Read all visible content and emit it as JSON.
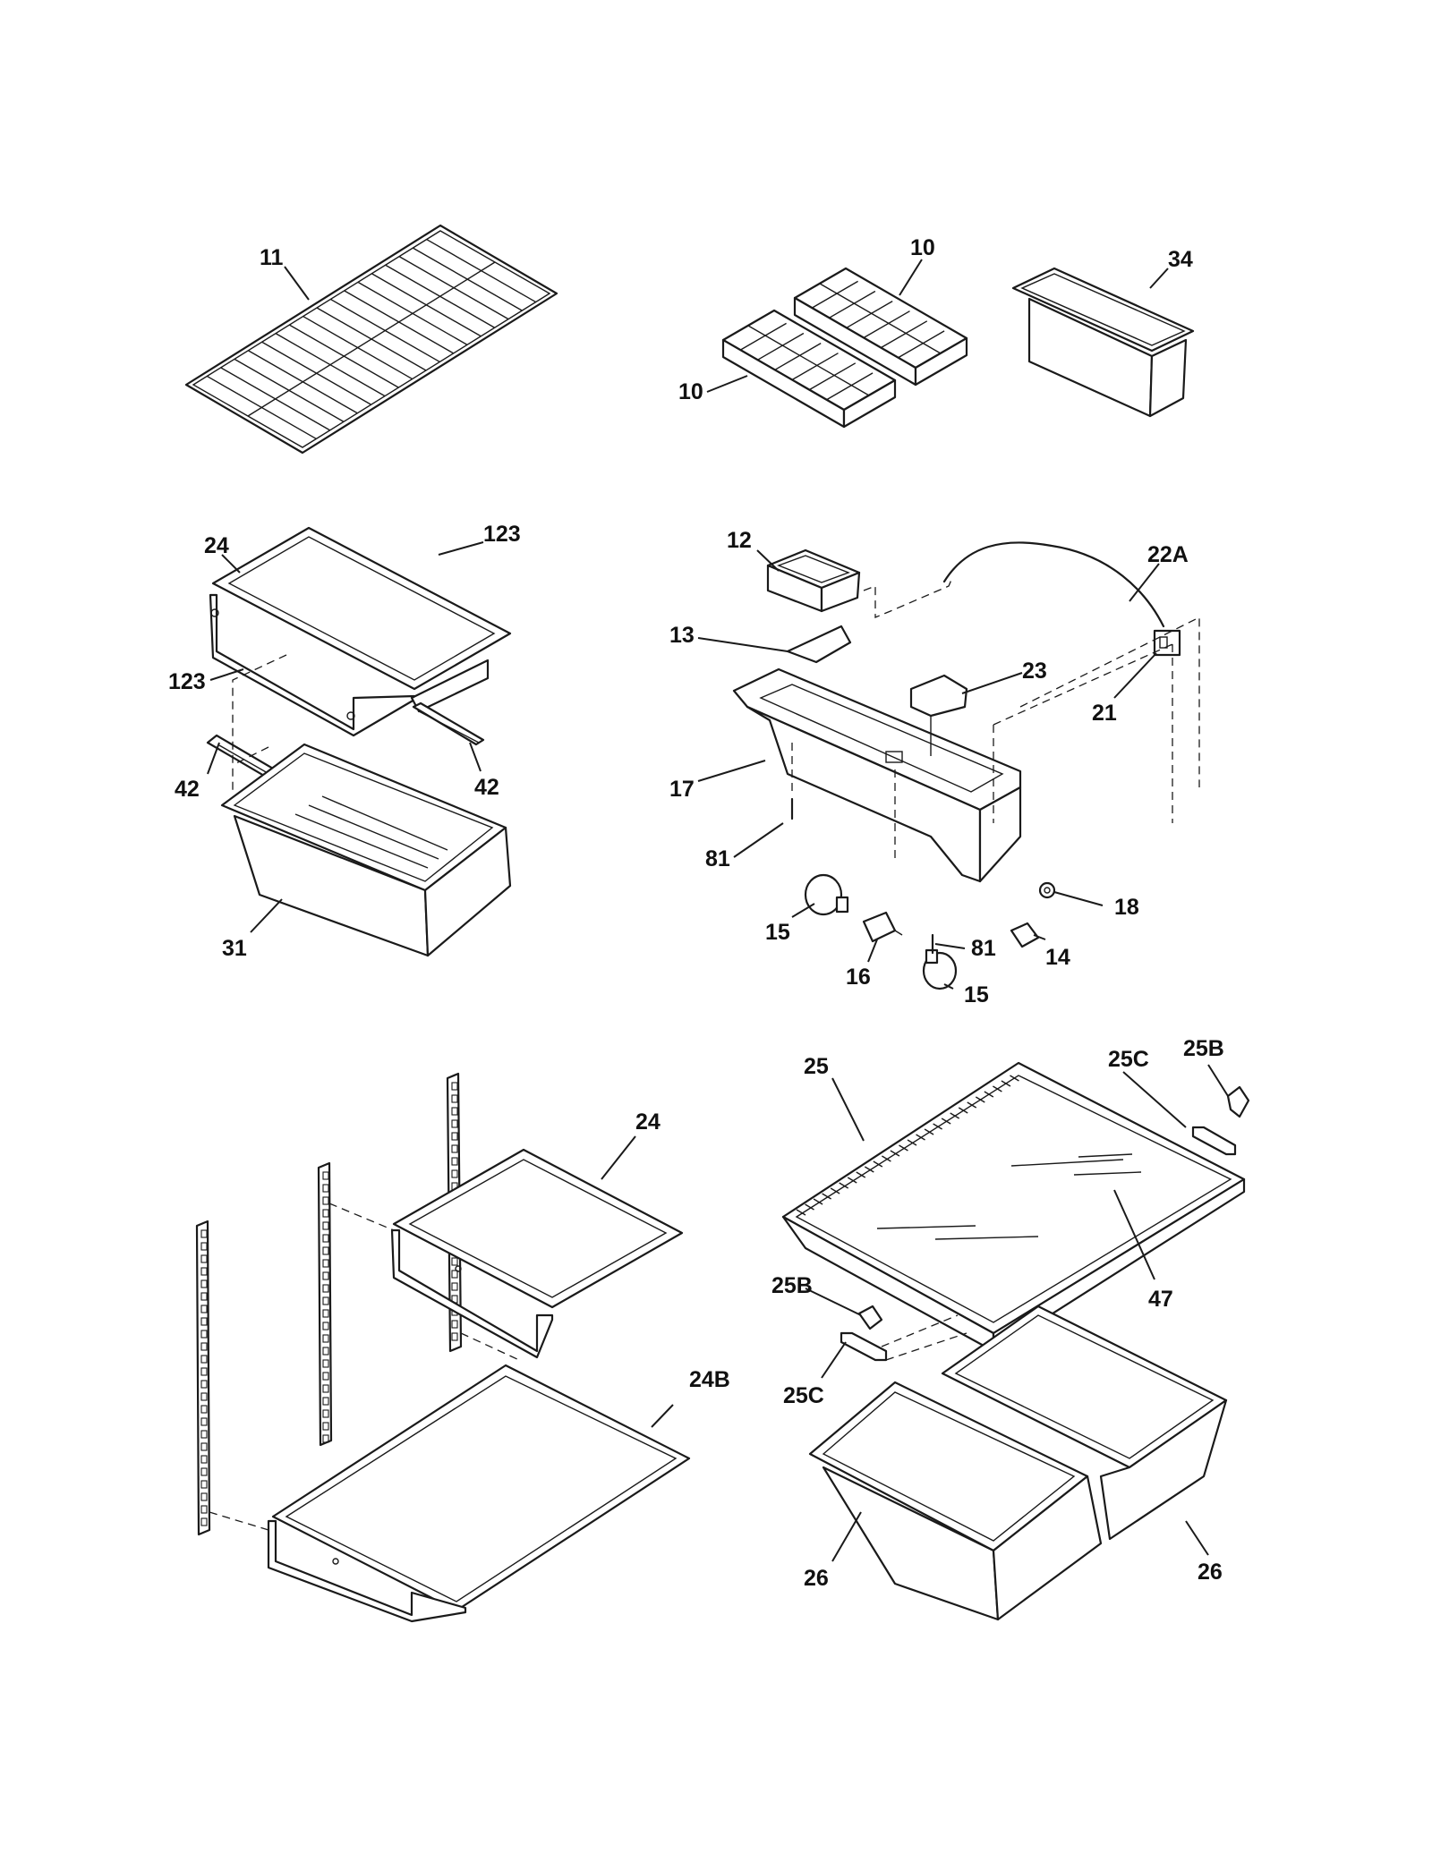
{
  "labels": {
    "p11": "11",
    "p10a": "10",
    "p10b": "10",
    "p34": "34",
    "p24a": "24",
    "p123a": "123",
    "p123b": "123",
    "p42a": "42",
    "p42b": "42",
    "p31": "31",
    "p12": "12",
    "p13": "13",
    "p22A": "22A",
    "p23": "23",
    "p21": "21",
    "p17": "17",
    "p81a": "81",
    "p81b": "81",
    "p15a": "15",
    "p15b": "15",
    "p16": "16",
    "p18": "18",
    "p14": "14",
    "p24b": "24",
    "p24B": "24B",
    "p25": "25",
    "p25Ca": "25C",
    "p25Ba": "25B",
    "p25Bb": "25B",
    "p25Cb": "25C",
    "p47": "47",
    "p26a": "26",
    "p26b": "26"
  }
}
